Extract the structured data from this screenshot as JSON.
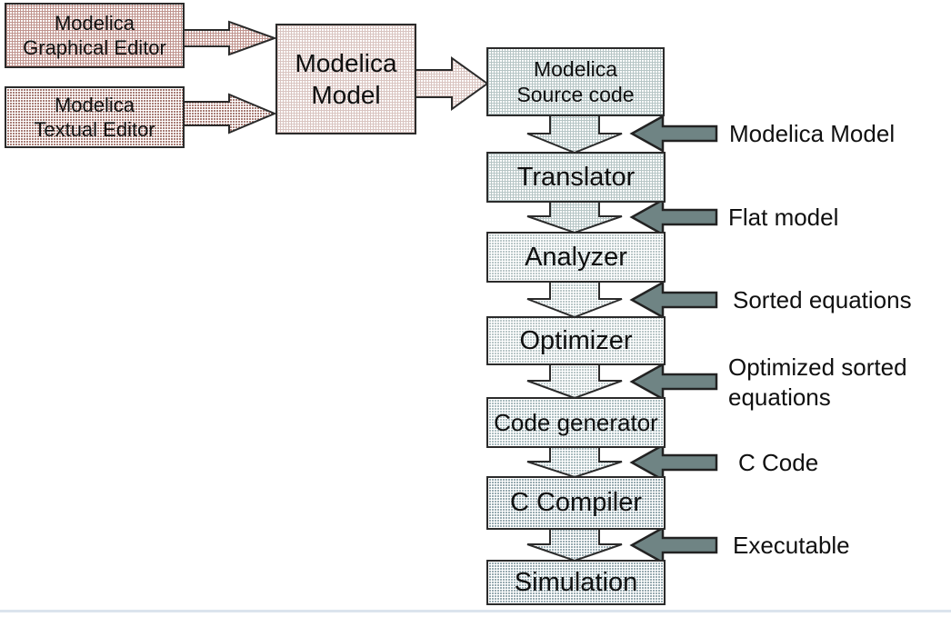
{
  "palette": {
    "background": "#ffffff",
    "box_border": "#2b2b2b",
    "text": "#101010",
    "input_arrow_fill": "#6f8484",
    "input_arrow_border": "#222222",
    "pink_grid": "#c0948e",
    "rose_base": "#a87d76",
    "blush_grid": "#d9c4c0",
    "teal_light_grid": "#b6c5c5",
    "teal_mid_base": "#bac7c8",
    "teal_dark_base": "#aabcbf",
    "teal_darker_base": "#98abb1",
    "footer_line": "#dbe4ed"
  },
  "sources": [
    {
      "line1": "Modelica",
      "line2": "Graphical Editor"
    },
    {
      "line1": "Modelica",
      "line2": "Textual Editor"
    }
  ],
  "model_box": {
    "line1": "Modelica",
    "line2": "Model"
  },
  "pipeline": [
    {
      "line1": "Modelica",
      "line2": "Source code"
    },
    {
      "label": "Translator"
    },
    {
      "label": "Analyzer"
    },
    {
      "label": "Optimizer"
    },
    {
      "label": "Code generator"
    },
    {
      "label": "C Compiler"
    },
    {
      "label": "Simulation"
    }
  ],
  "annotations": [
    {
      "label": "Modelica Model"
    },
    {
      "label": "Flat model"
    },
    {
      "label": "Sorted equations"
    },
    {
      "label": "Optimized sorted equations"
    },
    {
      "label": "C Code"
    },
    {
      "label": "Executable"
    }
  ]
}
